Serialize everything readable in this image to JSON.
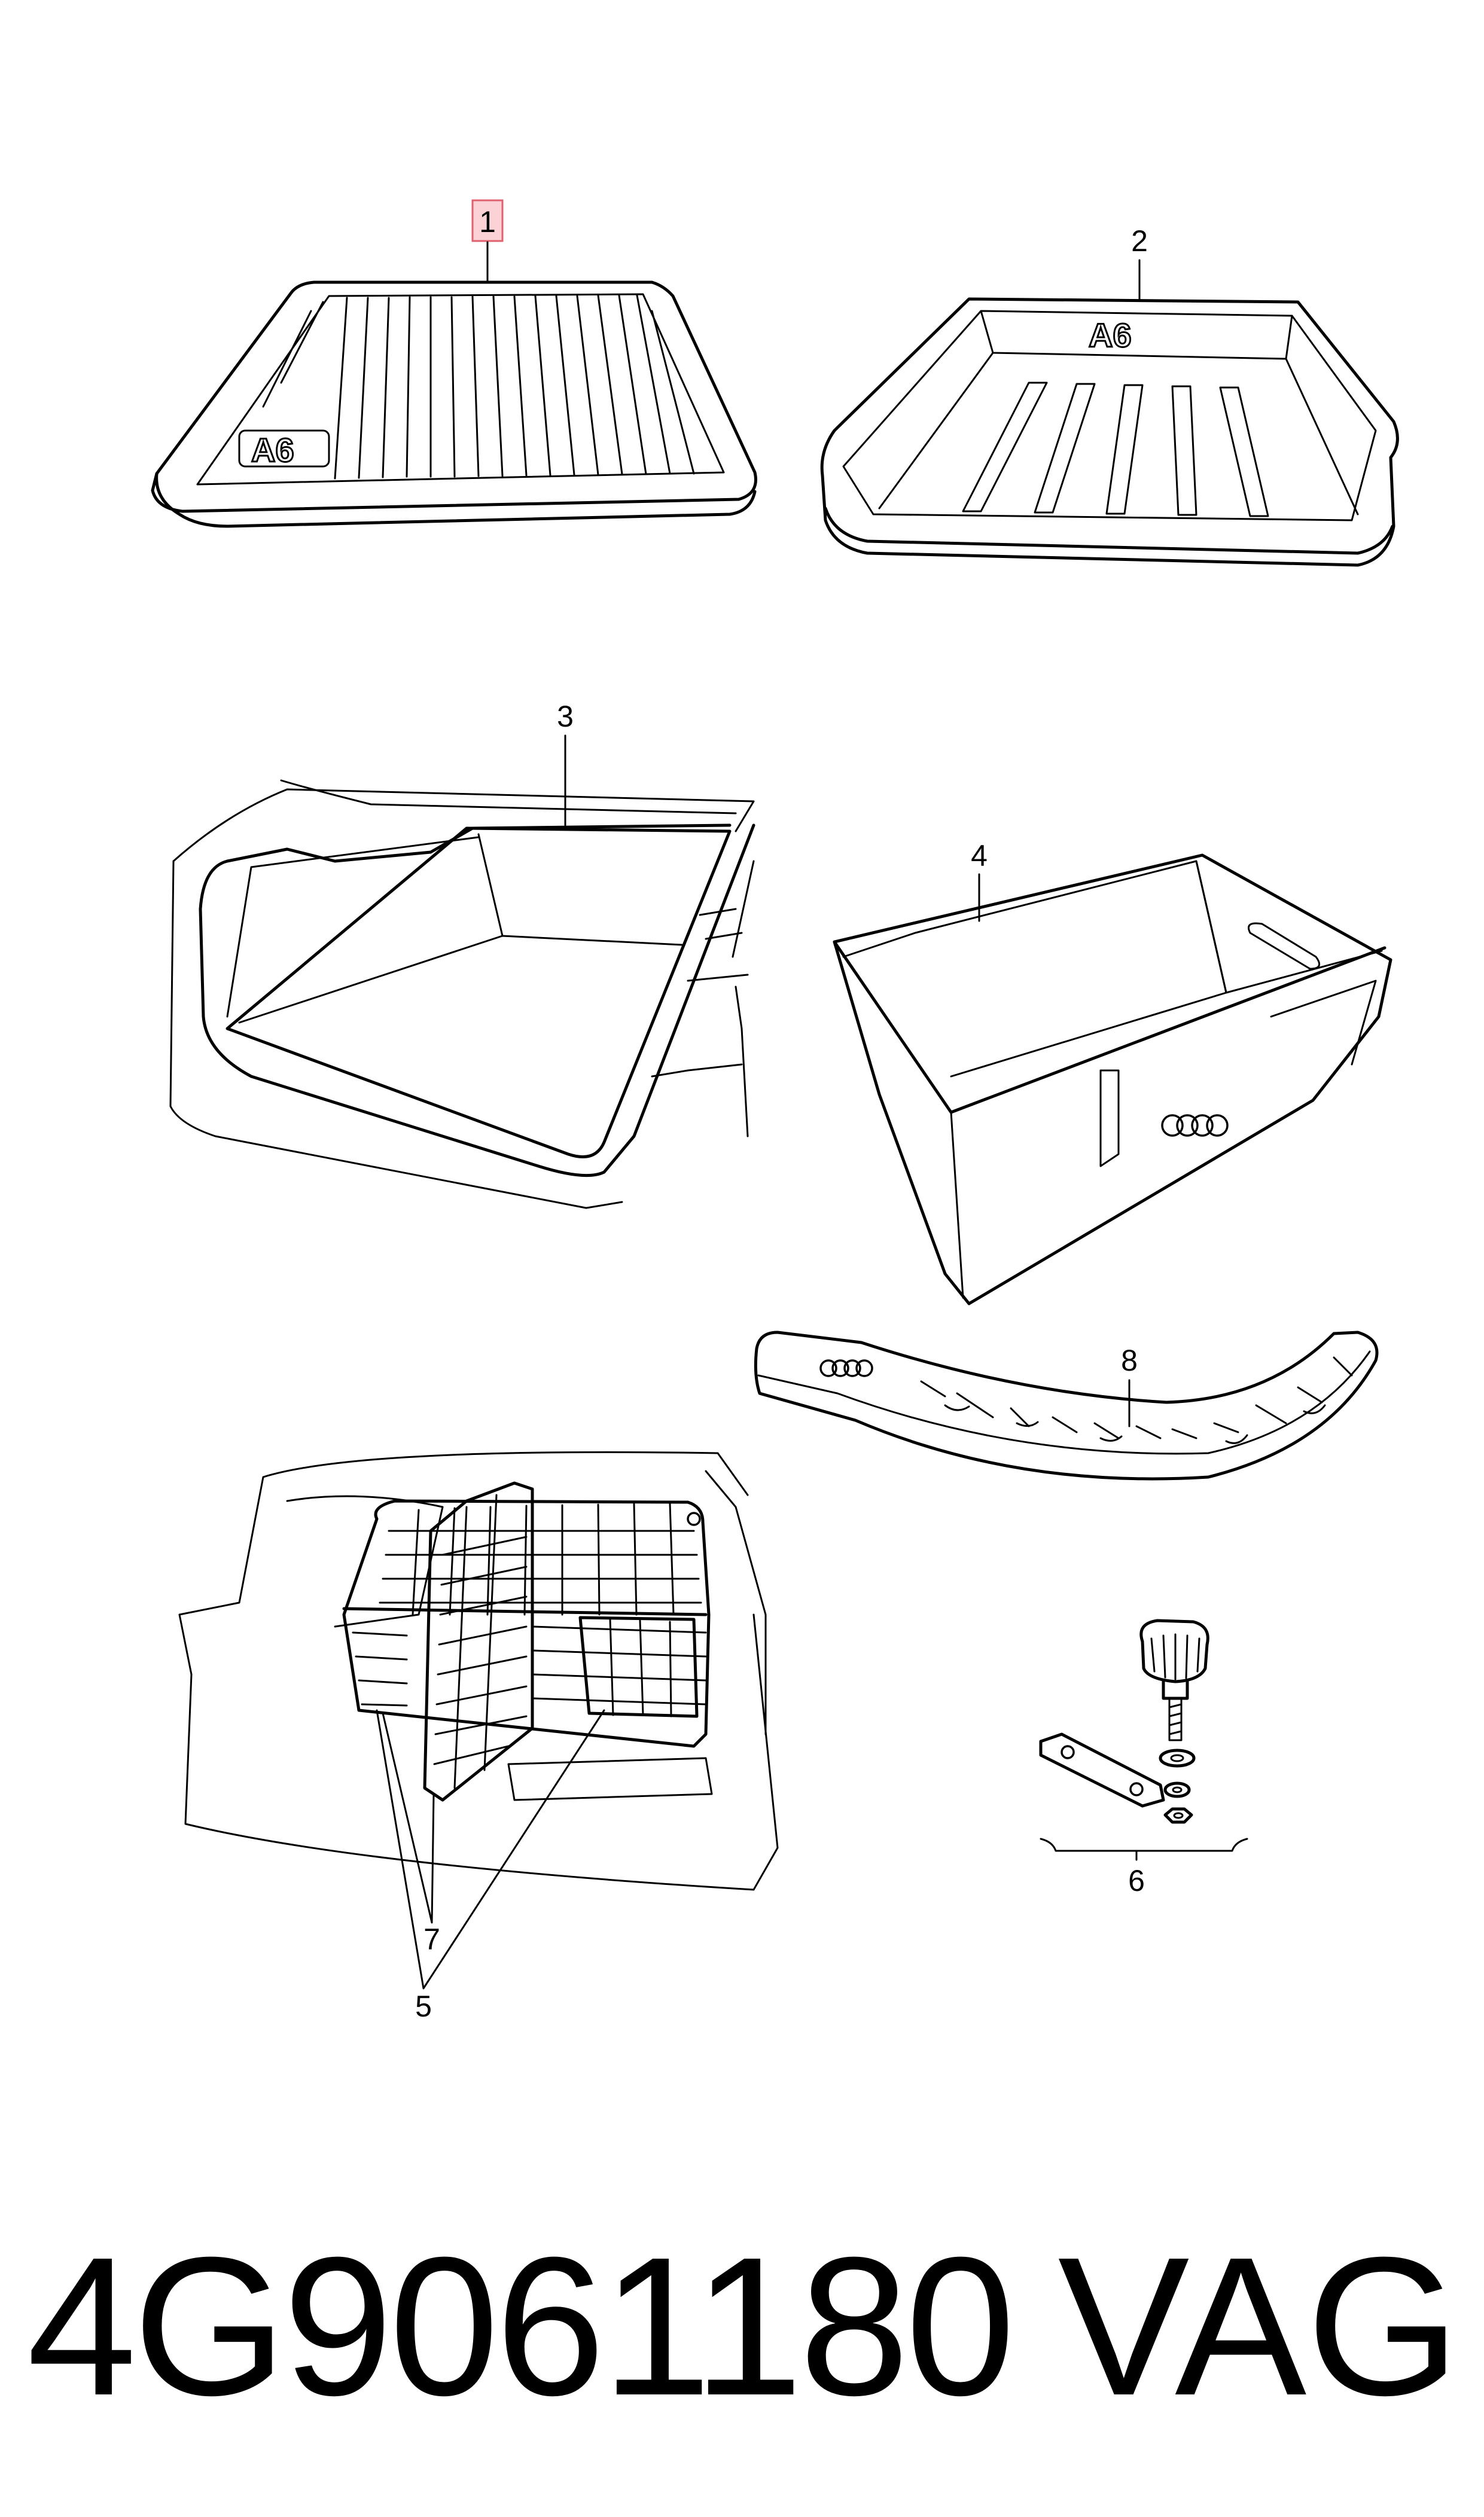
{
  "callouts": {
    "c1": "1",
    "c2": "2",
    "c3": "3",
    "c4": "4",
    "c5": "5",
    "c6": "6",
    "c7": "7",
    "c8": "8"
  },
  "emblems": {
    "mat_model": "A6",
    "tray_model": "A6"
  },
  "highlight_color": "#fbd3d6",
  "footer": {
    "part_number": "4G9061180",
    "brand": "VAG"
  }
}
